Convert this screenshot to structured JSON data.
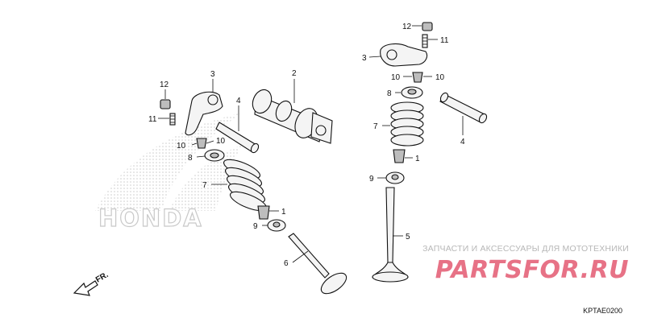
{
  "diagram_code": "KPTAE0200",
  "fr_arrow_label": "FR.",
  "watermark": {
    "brand_mark": "HONDA",
    "caption": "ЗАПЧАСТИ И АКСЕССУАРЫ ДЛЯ МОТОТЕХНИКИ",
    "logo": "PARTSFOR.RU"
  },
  "callouts": {
    "left_12": "12",
    "left_11": "11",
    "left_3": "3",
    "left_4": "4",
    "left_2": "2",
    "left_10a": "10",
    "left_10b": "10",
    "left_8": "8",
    "left_7": "7",
    "left_1": "1",
    "left_9": "9",
    "left_6": "6",
    "right_12": "12",
    "right_11": "11",
    "right_3": "3",
    "right_10a": "10",
    "right_10b": "10",
    "right_8": "8",
    "right_7": "7",
    "right_4": "4",
    "right_1": "1",
    "right_9": "9",
    "right_5": "5"
  },
  "colors": {
    "line": "#111111",
    "watermark_logo": "#e35a72",
    "watermark_text": "#b7b7b7"
  }
}
